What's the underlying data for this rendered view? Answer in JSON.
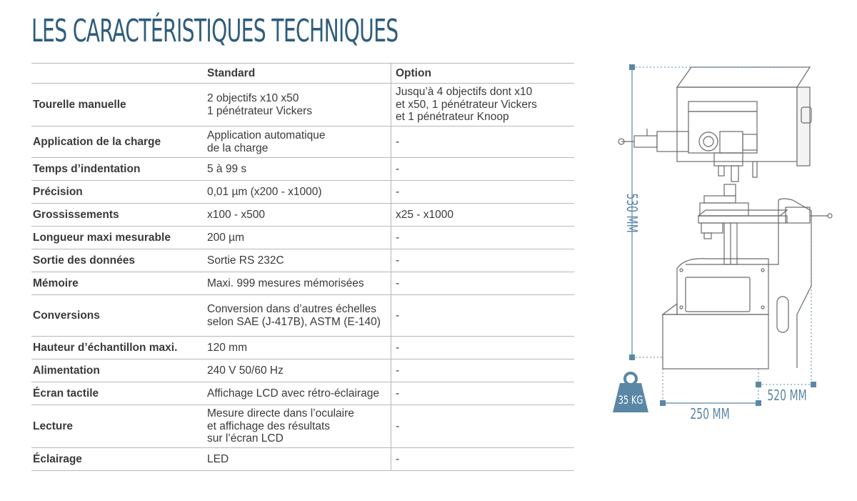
{
  "title": "LES CARACTÉRISTIQUES TECHNIQUES",
  "table": {
    "headers": [
      "",
      "Standard",
      "Option"
    ],
    "rows": [
      {
        "label": "Tourelle manuelle",
        "standard": "2 objectifs x10 x50\n1 pénétrateur Vickers",
        "option": "Jusqu’à 4 objectifs dont x10\net x50, 1 pénétrateur Vickers\net 1 pénétrateur Knoop"
      },
      {
        "label": "Application de la charge",
        "standard": "Application automatique\nde la charge",
        "option": "-"
      },
      {
        "label": "Temps d’indentation",
        "standard": "5 à 99 s",
        "option": "-"
      },
      {
        "label": "Précision",
        "standard": "0,01 µm (x200 - x1000)",
        "option": "-"
      },
      {
        "label": "Grossissements",
        "standard": "x100 - x500",
        "option": "x25 - x1000"
      },
      {
        "label": "Longueur maxi mesurable",
        "standard": "200 µm",
        "option": "-"
      },
      {
        "label": "Sortie des données",
        "standard": "Sortie RS 232C",
        "option": "-"
      },
      {
        "label": "Mémoire",
        "standard": "Maxi. 999 mesures mémorisées",
        "option": "-"
      },
      {
        "label": "Conversions",
        "standard": "Conversion dans d’autres échelles\nselon SAE (J-417B), ASTM (E-140)",
        "option": "-"
      },
      {
        "label": "Hauteur d’échantillon maxi.",
        "standard": "120 mm",
        "option": "-"
      },
      {
        "label": "Alimentation",
        "standard": "240 V 50/60 Hz",
        "option": "-"
      },
      {
        "label": "Écran tactile",
        "standard": "Affichage LCD avec rétro-éclairage",
        "option": "-"
      },
      {
        "label": "Lecture",
        "standard": "Mesure directe dans l’oculaire\net affichage des résultats\nsur l’écran LCD",
        "option": "-"
      },
      {
        "label": "Éclairage",
        "standard": "LED",
        "option": "-"
      }
    ]
  },
  "dimensions": {
    "height": "530 MM",
    "width": "250 MM",
    "depth": "520 MM",
    "weight": "35 KG"
  },
  "colors": {
    "accent": "#2f5d7c",
    "dimension": "#5b87a6",
    "rule": "#b8b8b8",
    "text": "#3a3a3a"
  }
}
